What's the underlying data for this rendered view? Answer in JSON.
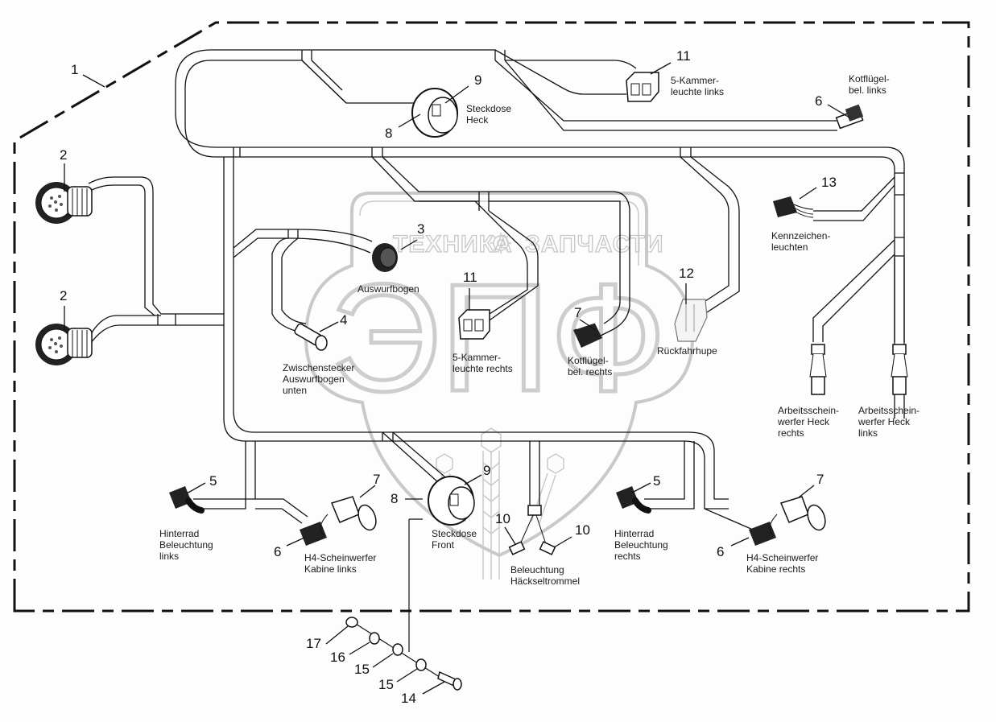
{
  "diagram": {
    "type": "wiring-harness-parts-diagram",
    "watermark": {
      "top_text_left": "ТЕХНИКА",
      "top_text_right": "ЗАПЧАСТИ",
      "big_letters": "ЭПФ",
      "gear_icon": "gear-icon",
      "color": "#c8c8c8"
    },
    "line_color": "#111111",
    "callouts": [
      {
        "id": "c1",
        "number": "1"
      },
      {
        "id": "c2a",
        "number": "2"
      },
      {
        "id": "c2b",
        "number": "2"
      },
      {
        "id": "c3",
        "number": "3"
      },
      {
        "id": "c4",
        "number": "4"
      },
      {
        "id": "c5a",
        "number": "5"
      },
      {
        "id": "c5b",
        "number": "5"
      },
      {
        "id": "c6a",
        "number": "6"
      },
      {
        "id": "c6b",
        "number": "6"
      },
      {
        "id": "c6c",
        "number": "6"
      },
      {
        "id": "c7a",
        "number": "7"
      },
      {
        "id": "c7b",
        "number": "7"
      },
      {
        "id": "c7c",
        "number": "7"
      },
      {
        "id": "c8a",
        "number": "8"
      },
      {
        "id": "c8b",
        "number": "8"
      },
      {
        "id": "c9a",
        "number": "9"
      },
      {
        "id": "c9b",
        "number": "9"
      },
      {
        "id": "c10a",
        "number": "10"
      },
      {
        "id": "c10b",
        "number": "10"
      },
      {
        "id": "c11a",
        "number": "11"
      },
      {
        "id": "c11b",
        "number": "11"
      },
      {
        "id": "c12",
        "number": "12"
      },
      {
        "id": "c13",
        "number": "13"
      },
      {
        "id": "c14",
        "number": "14"
      },
      {
        "id": "c15a",
        "number": "15"
      },
      {
        "id": "c15b",
        "number": "15"
      },
      {
        "id": "c16",
        "number": "16"
      },
      {
        "id": "c17",
        "number": "17"
      }
    ],
    "labels": {
      "steckdose_heck": "Steckdose\nHeck",
      "kammer_links": "5-Kammer-\nleuchte links",
      "kotfluegel_links": "Kotflügel-\nbel. links",
      "kennzeichen": "Kennzeichen-\nleuchten",
      "auswurfbogen": "Auswurfbogen",
      "zwischenstecker": "Zwischenstecker\nAuswurfbogen\nunten",
      "kammer_rechts": "5-Kammer-\nleuchte rechts",
      "kotfluegel_rechts": "Kotflügel-\nbel. rechts",
      "rueckfahrhupe": "Rückfahrhupe",
      "arbeits_rechts": "Arbeitsschein-\nwerfer Heck\nrechts",
      "arbeits_links": "Arbeitsschein-\nwerfer Heck\nlinks",
      "hinterrad_links": "Hinterrad\nBeleuchtung\nlinks",
      "h4_links": "H4-Scheinwerfer\nKabine links",
      "steckdose_front": "Steckdose\nFront",
      "beleuchtung_haeckseltrommel": "Beleuchtung\nHäckseltrommel",
      "hinterrad_rechts": "Hinterrad\nBeleuchtung\nrechts",
      "h4_rechts": "H4-Scheinwerfer\nKabine rechts"
    }
  }
}
